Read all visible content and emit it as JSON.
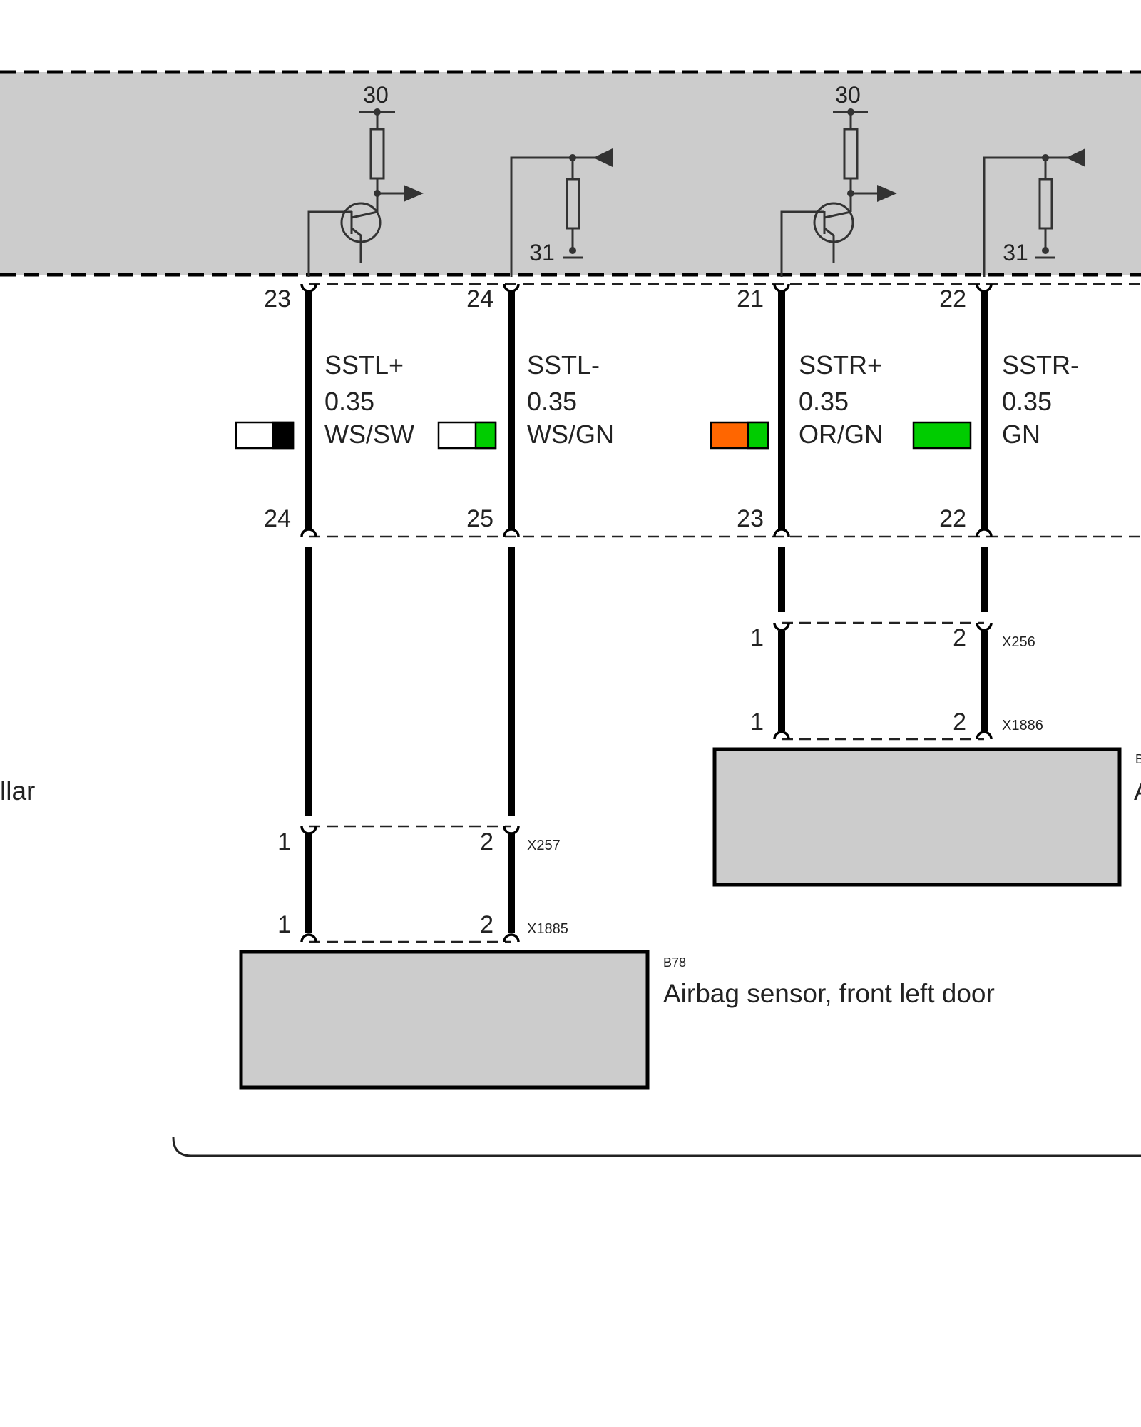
{
  "control_unit": {
    "supply_top": "30",
    "ground": "31"
  },
  "wires": [
    {
      "signal": "SSTL+",
      "cross_section": "0.35",
      "color_code": "WS/SW",
      "pin_top": "23",
      "pin_mid": "24",
      "pin_conn_a": "1",
      "pin_conn_b": "1",
      "colors": [
        "#ffffff",
        "#000000"
      ]
    },
    {
      "signal": "SSTL-",
      "cross_section": "0.35",
      "color_code": "WS/GN",
      "pin_top": "24",
      "pin_mid": "25",
      "pin_conn_a": "2",
      "pin_conn_b": "2",
      "colors": [
        "#ffffff",
        "#00cc00"
      ]
    },
    {
      "signal": "SSTR+",
      "cross_section": "0.35",
      "color_code": "OR/GN",
      "pin_top": "21",
      "pin_mid": "23",
      "pin_conn_a": "1",
      "pin_conn_b": "1",
      "colors": [
        "#ff6600",
        "#00cc00"
      ]
    },
    {
      "signal": "SSTR-",
      "cross_section": "0.35",
      "color_code": "GN",
      "pin_top": "22",
      "pin_mid": "22",
      "pin_conn_a": "2",
      "pin_conn_b": "2",
      "colors": [
        "#00cc00"
      ]
    }
  ],
  "connectors": {
    "left_a": "X257",
    "left_b": "X1885",
    "right_a": "X256",
    "right_b": "X1886"
  },
  "components": {
    "left": {
      "code": "B78",
      "name": "Airbag sensor, front left door"
    },
    "right": {
      "code_fragment": "B",
      "name_fragment": "A"
    }
  },
  "edge_text": {
    "left": "llar"
  },
  "colors": {
    "module_fill": "#cccccc",
    "wire": "#000000",
    "line": "#333333"
  }
}
